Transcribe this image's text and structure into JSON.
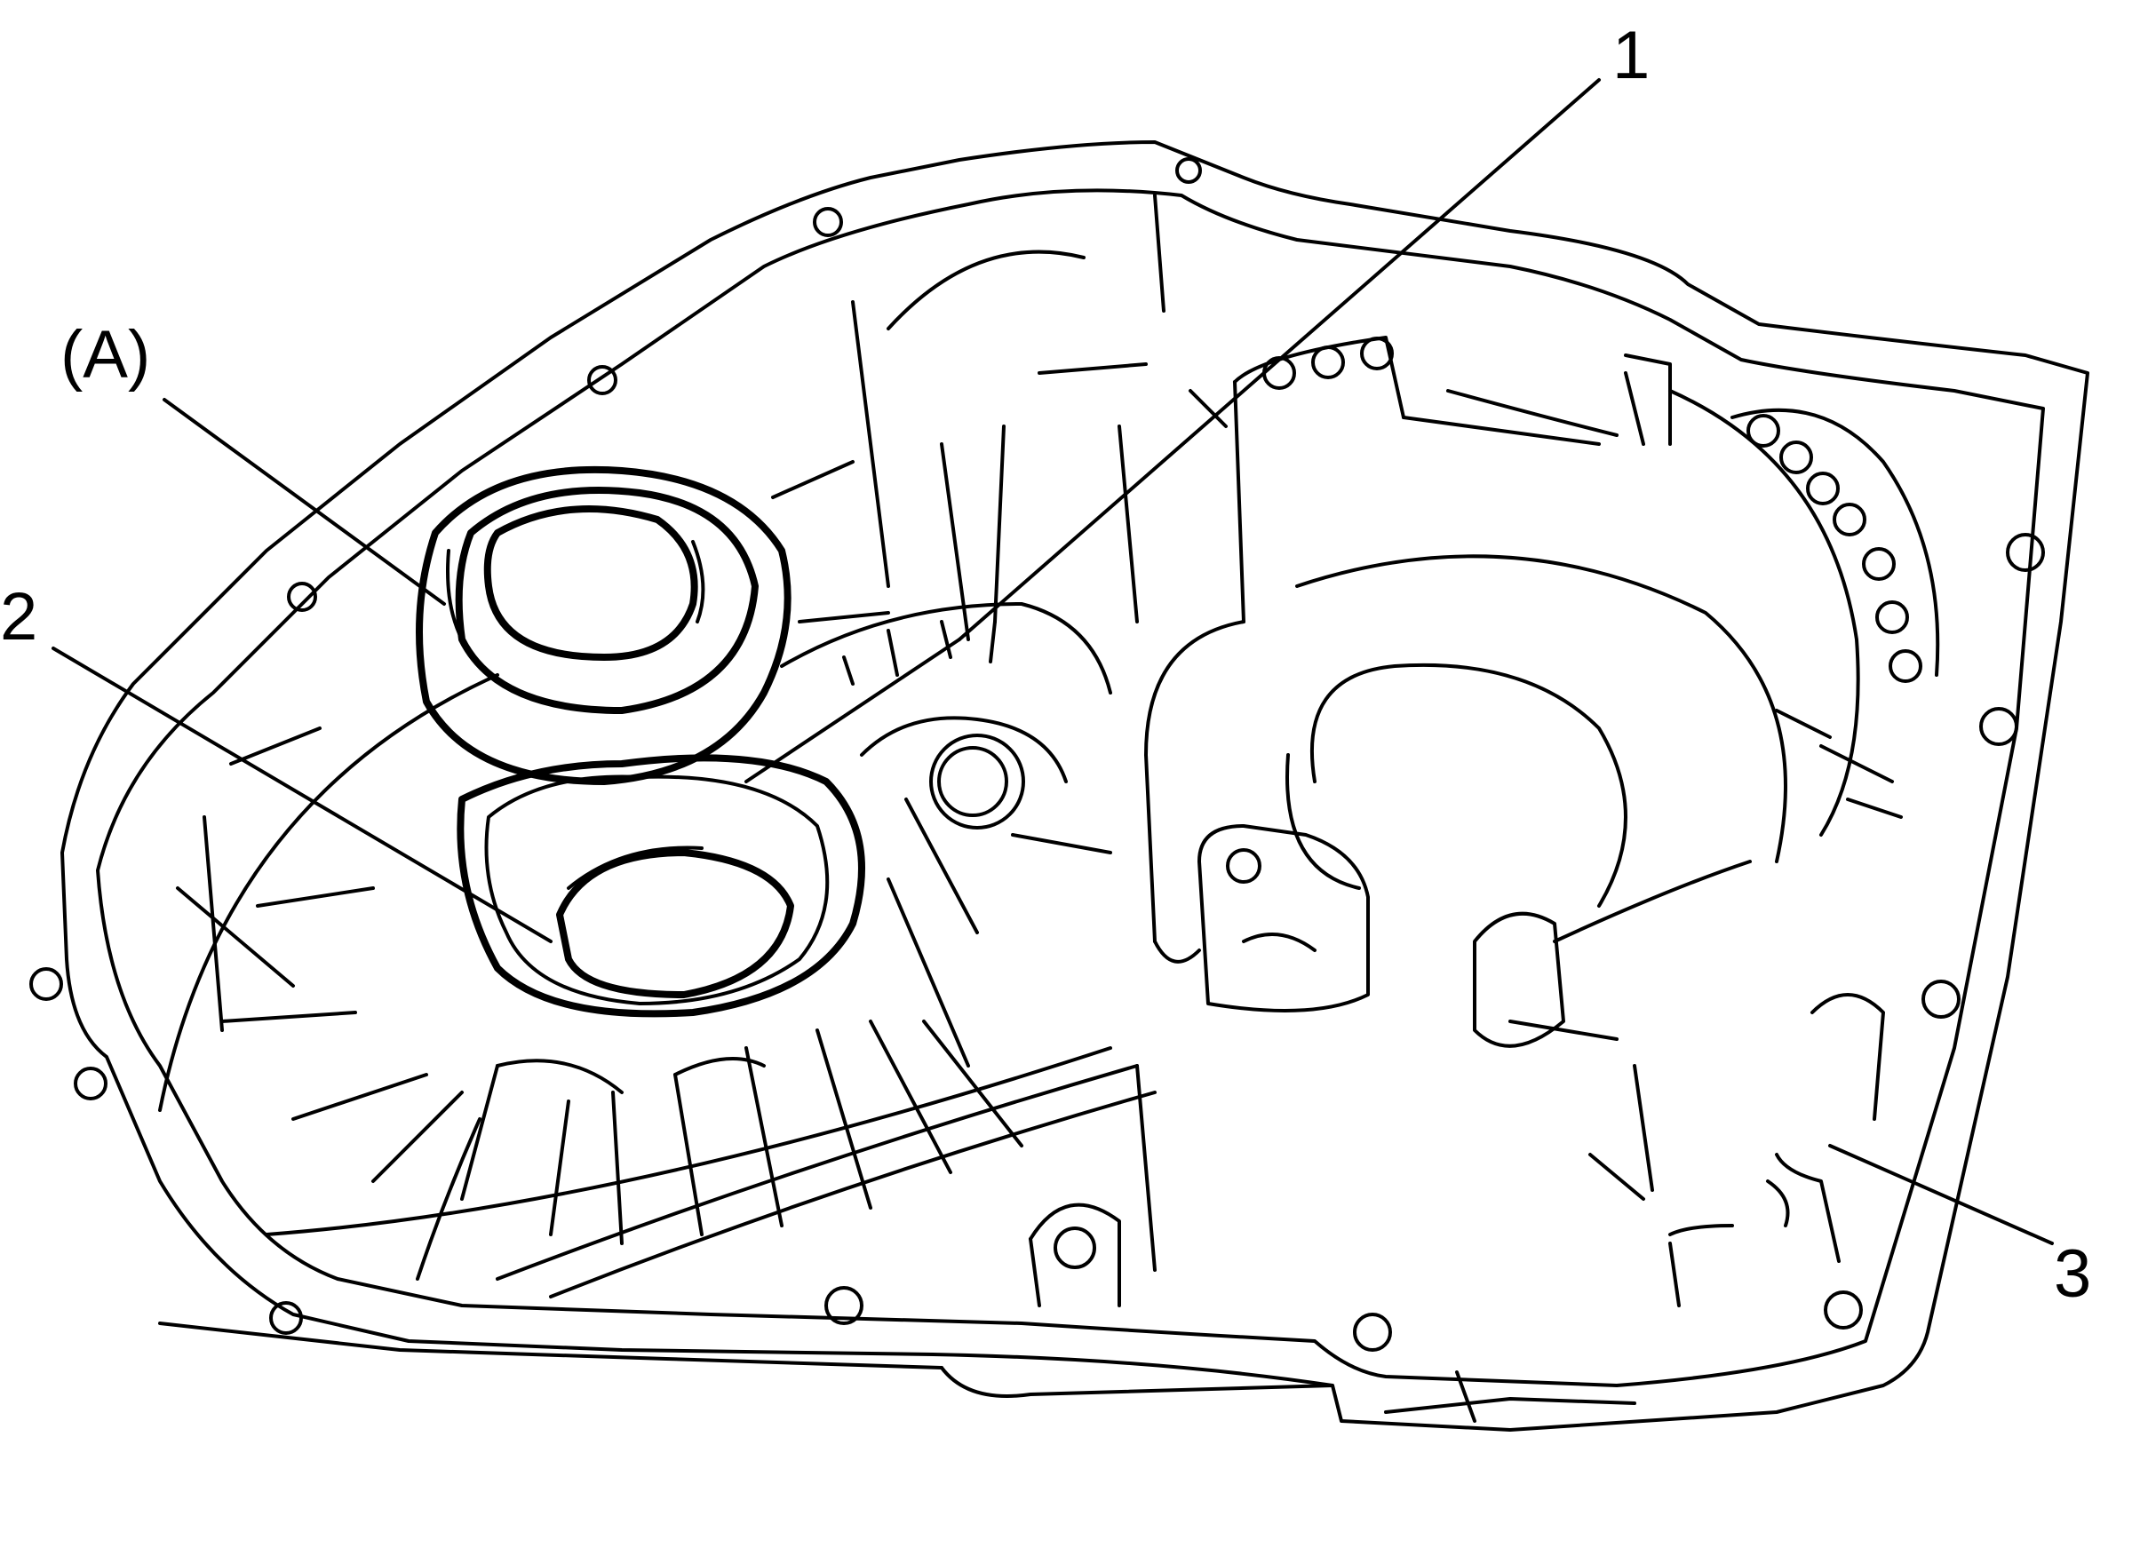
{
  "callouts": {
    "one": "1",
    "two": "2",
    "three": "3",
    "a": "(A)"
  },
  "colors": {
    "line": "#000000",
    "background": "#ffffff"
  }
}
